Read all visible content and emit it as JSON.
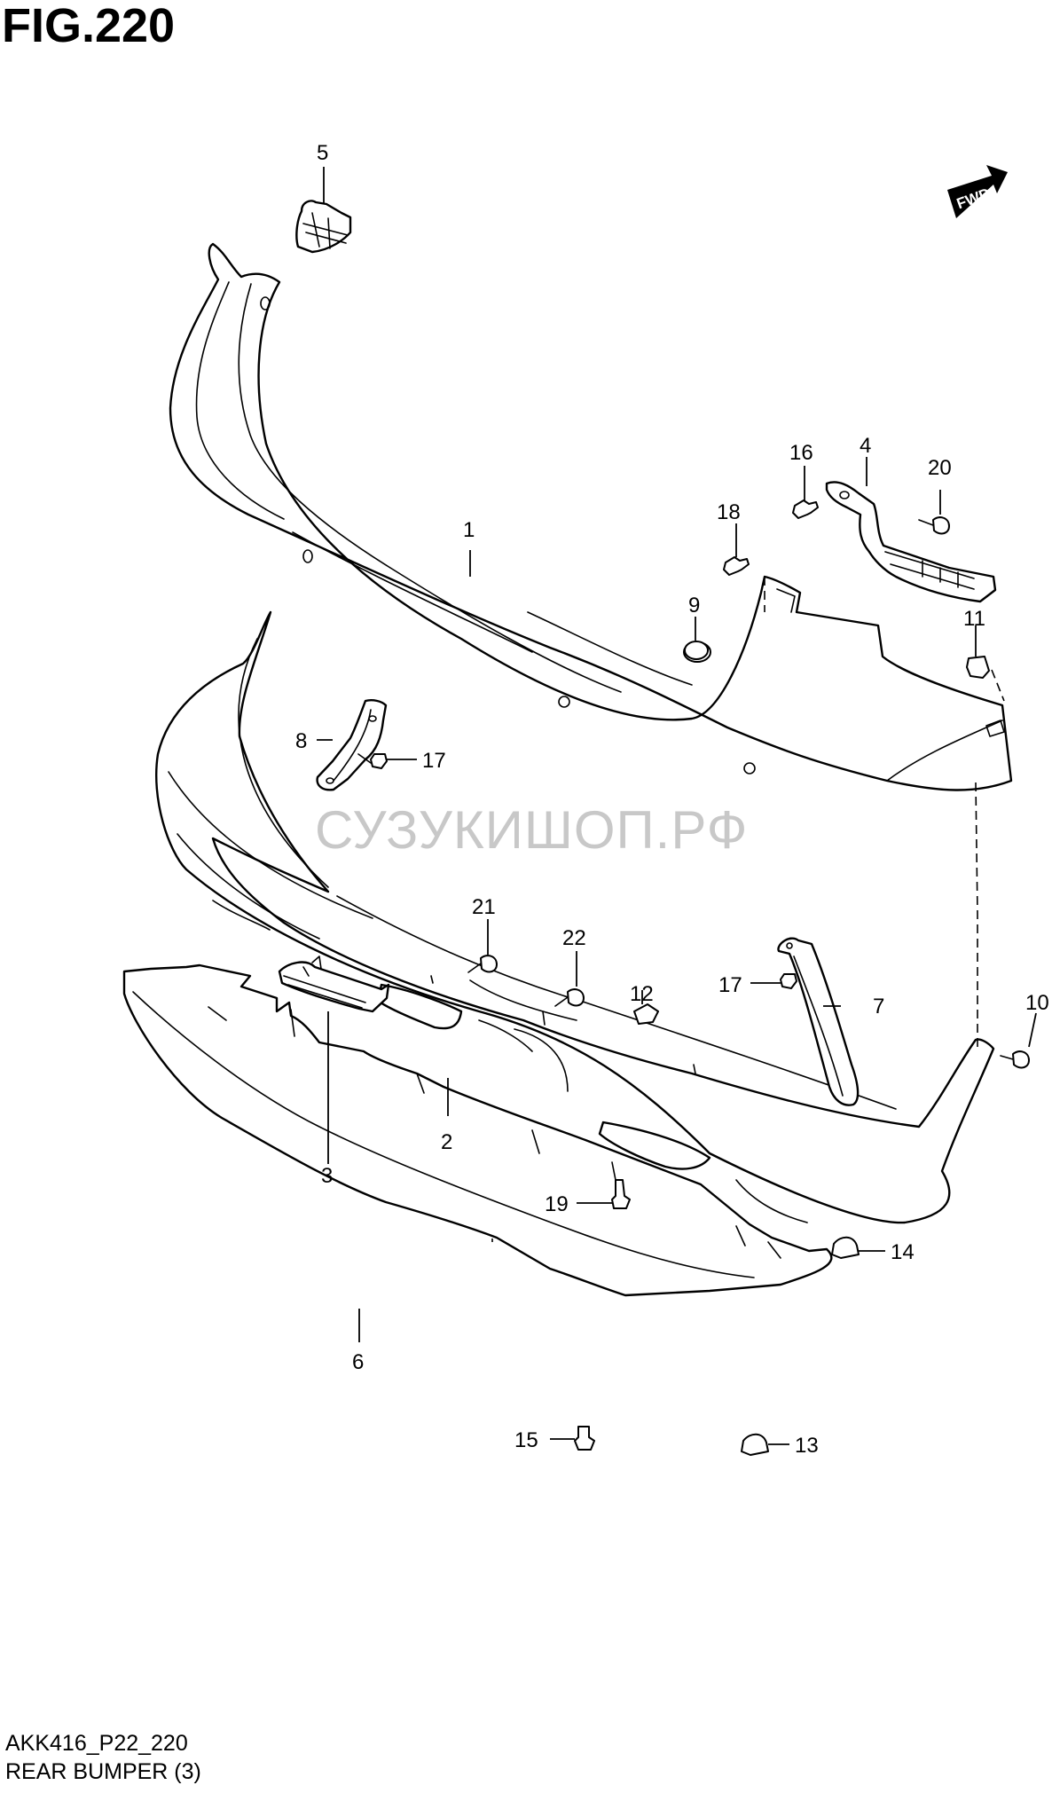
{
  "figure": {
    "title": "FIG.220",
    "code": "AKK416_P22_220",
    "name": "REAR BUMPER (3)",
    "watermark": "СУЗУКИШОП.РФ",
    "fwd_label": "FWD"
  },
  "callouts": {
    "c1": "1",
    "c2": "2",
    "c3": "3",
    "c4": "4",
    "c5": "5",
    "c6": "6",
    "c7": "7",
    "c8": "8",
    "c9": "9",
    "c10": "10",
    "c11": "11",
    "c12": "12",
    "c13": "13",
    "c14": "14",
    "c15": "15",
    "c16": "16",
    "c17a": "17",
    "c17b": "17",
    "c18": "18",
    "c19": "19",
    "c20": "20",
    "c21": "21",
    "c22": "22"
  }
}
